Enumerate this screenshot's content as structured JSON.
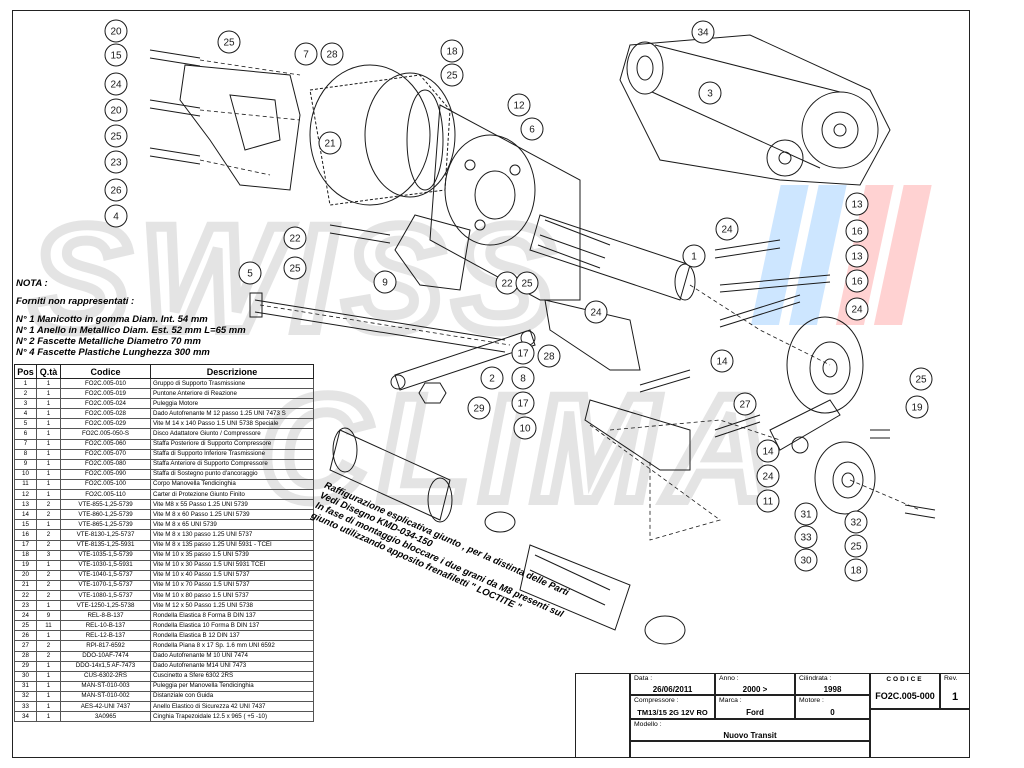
{
  "nota": {
    "title": "NOTA :",
    "subtitle": "Forniti non rappresentati :",
    "lines": [
      "N° 1 Manicotto in gomma Diam. Int. 54 mm",
      "N° 1 Anello in Metallico Diam. Est. 52 mm L=65 mm",
      "N° 2 Fascette Metalliche Diametro 70 mm",
      "N° 4 Fascette Plastiche Lunghezza 300 mm"
    ]
  },
  "parts_table": {
    "headers": [
      "Pos",
      "Q.tà",
      "Codice",
      "Descrizione"
    ],
    "rows": [
      [
        "1",
        "1",
        "FO2C.005-010",
        "Gruppo di Supporto Trasmissione"
      ],
      [
        "2",
        "1",
        "FO2C.005-019",
        "Puntone Anteriore di Reazione"
      ],
      [
        "3",
        "1",
        "FO2C.005-024",
        "Puleggia Motore"
      ],
      [
        "4",
        "1",
        "FO2C.005-028",
        "Dado Autofrenante M 12 passo 1.25 UNI 7473 S"
      ],
      [
        "5",
        "1",
        "FO2C.005-029",
        "Vite M 14 x 140 Passo 1.5 UNI 5738 Speciale"
      ],
      [
        "6",
        "1",
        "FO2C.005-050-S",
        "Disco Adattatore Giunto / Compressore"
      ],
      [
        "7",
        "1",
        "FO2C.005-060",
        "Staffa Posteriore di Supporto Compressore"
      ],
      [
        "8",
        "1",
        "FO2C.005-070",
        "Staffa di Supporto Inferiore Trasmissione"
      ],
      [
        "9",
        "1",
        "FO2C.005-080",
        "Staffa Anteriore di Supporto Compressore"
      ],
      [
        "10",
        "1",
        "FO2C.005-090",
        "Staffa di Sostegno punto d'ancoraggio"
      ],
      [
        "11",
        "1",
        "FO2C.005-100",
        "Corpo Manovella Tendicinghia"
      ],
      [
        "12",
        "1",
        "FO2C.005-110",
        "Carter di Protezione Giunto Finito"
      ],
      [
        "13",
        "2",
        "VTE-855-1,25-5739",
        "Vite M8 x 55 Passo 1.25 UNI 5739"
      ],
      [
        "14",
        "2",
        "VTE-860-1,25-5739",
        "Vite M 8 x 60 Passo 1.25 UNI 5739"
      ],
      [
        "15",
        "1",
        "VTE-865-1,25-5739",
        "Vite M 8 x 65 UNI 5739"
      ],
      [
        "16",
        "2",
        "VTE-8130-1,25-5737",
        "Vite M 8 x 130 passo 1.25 UNI 5737"
      ],
      [
        "17",
        "2",
        "VTE-8135-1,25-5931",
        "Vite M 8 x 135 passo 1.25 UNI 5931 - TCEI"
      ],
      [
        "18",
        "3",
        "VTE-1035-1,5-5739",
        "Vite M 10 x 35 passo 1.5 UNI 5739"
      ],
      [
        "19",
        "1",
        "VTE-1030-1,5-5931",
        "Vite M 10 x 30 Passo 1.5 UNI 5931 TCEI"
      ],
      [
        "20",
        "2",
        "VTE-1040-1,5-5737",
        "Vite M 10 x 40 Passo 1.5 UNI 5737"
      ],
      [
        "21",
        "2",
        "VTE-1070-1,5-5737",
        "Vite M 10 x 70 Passo 1.5 UNI 5737"
      ],
      [
        "22",
        "2",
        "VTE-1080-1,5-5737",
        "Vite M 10 x 80 passo 1.5 UNI 5737"
      ],
      [
        "23",
        "1",
        "VTE-1250-1,25-5738",
        "Vite M 12 x 50 Passo 1.25 UNI 5738"
      ],
      [
        "24",
        "9",
        "REL-8-B-137",
        "Rondella Elastica 8 Forma B DIN 137"
      ],
      [
        "25",
        "11",
        "REL-10-B-137",
        "Rondella Elastica 10 Forma B DIN 137"
      ],
      [
        "26",
        "1",
        "REL-12-B-137",
        "Rondella Elastica B 12 DIN 137"
      ],
      [
        "27",
        "2",
        "RPI-817-6592",
        "Rondella Piana 8 x 17 Sp. 1.6 mm UNI 6592"
      ],
      [
        "28",
        "2",
        "DDO-10AF-7474",
        "Dado Autofrenante M 10 UNI 7474"
      ],
      [
        "29",
        "1",
        "DDO-14x1,5 AF-7473",
        "Dado Autofrenante M14 UNI 7473"
      ],
      [
        "30",
        "1",
        "CUS-6302-2RS",
        "Cuscinetto a Sfere 6302 2RS"
      ],
      [
        "31",
        "1",
        "MAN-ST-010-003",
        "Puleggia per Manovella Tendicinghia"
      ],
      [
        "32",
        "1",
        "MAN-ST-010-002",
        "Distanziale con Guida"
      ],
      [
        "33",
        "1",
        "AES-42-UNI 7437",
        "Anello Elastico di Sicurezza 42 UNI 7437"
      ],
      [
        "34",
        "1",
        "3A0965",
        "Cinghia Trapezoidale 12.5 x 965 ( +5  -10)"
      ]
    ]
  },
  "diagram_note": [
    "Raffigurazione esplicativa giunto , per la distinta delle Parti",
    "Vedi Disegno KMD-034-150",
    "In fase di montaggio bloccare i due grani da M8 presenti sul",
    "giunto utilizzando apposito frenafiletti \" LOCTITE \""
  ],
  "title_block": {
    "data_label": "Data :",
    "data": "26/06/2011",
    "anno_label": "Anno :",
    "anno": "2000 >",
    "cilindrata_label": "Cilindrata :",
    "cilindrata": "1998",
    "codice_label": "CODICE",
    "codice": "FO2C.005-000",
    "rev_label": "Rev.",
    "rev": "1",
    "compressore_label": "Compressore :",
    "compressore": "TM13/15  2G 12V RO",
    "marca_label": "Marca :",
    "marca": "Ford",
    "motore_label": "Motore :",
    "motore": "0",
    "modello_label": "Modello :",
    "modello": "Nuovo Transit"
  },
  "callouts": [
    {
      "n": "20"
    },
    {
      "n": "15"
    },
    {
      "n": "24"
    },
    {
      "n": "20"
    },
    {
      "n": "25"
    },
    {
      "n": "23"
    },
    {
      "n": "26"
    },
    {
      "n": "4"
    },
    {
      "n": "25"
    },
    {
      "n": "7"
    },
    {
      "n": "28"
    },
    {
      "n": "18"
    },
    {
      "n": "25"
    },
    {
      "n": "12"
    },
    {
      "n": "6"
    },
    {
      "n": "21"
    },
    {
      "n": "22"
    },
    {
      "n": "25"
    },
    {
      "n": "9"
    },
    {
      "n": "22"
    },
    {
      "n": "25"
    },
    {
      "n": "5"
    },
    {
      "n": "1"
    },
    {
      "n": "24"
    },
    {
      "n": "34"
    },
    {
      "n": "3"
    },
    {
      "n": "13"
    },
    {
      "n": "16"
    },
    {
      "n": "13"
    },
    {
      "n": "16"
    },
    {
      "n": "24"
    },
    {
      "n": "24"
    },
    {
      "n": "17"
    },
    {
      "n": "28"
    },
    {
      "n": "8"
    },
    {
      "n": "17"
    },
    {
      "n": "2"
    },
    {
      "n": "29"
    },
    {
      "n": "14"
    },
    {
      "n": "10"
    },
    {
      "n": "27"
    },
    {
      "n": "14"
    },
    {
      "n": "24"
    },
    {
      "n": "25"
    },
    {
      "n": "19"
    },
    {
      "n": "11"
    },
    {
      "n": "31"
    },
    {
      "n": "33"
    },
    {
      "n": "30"
    },
    {
      "n": "32"
    },
    {
      "n": "25"
    },
    {
      "n": "18"
    }
  ],
  "colors": {
    "ink": "#1a1a1a",
    "watermark_gray": "#d8d8d8",
    "watermark_blue": "#4aa3ff",
    "watermark_red": "#ff5a5a"
  }
}
